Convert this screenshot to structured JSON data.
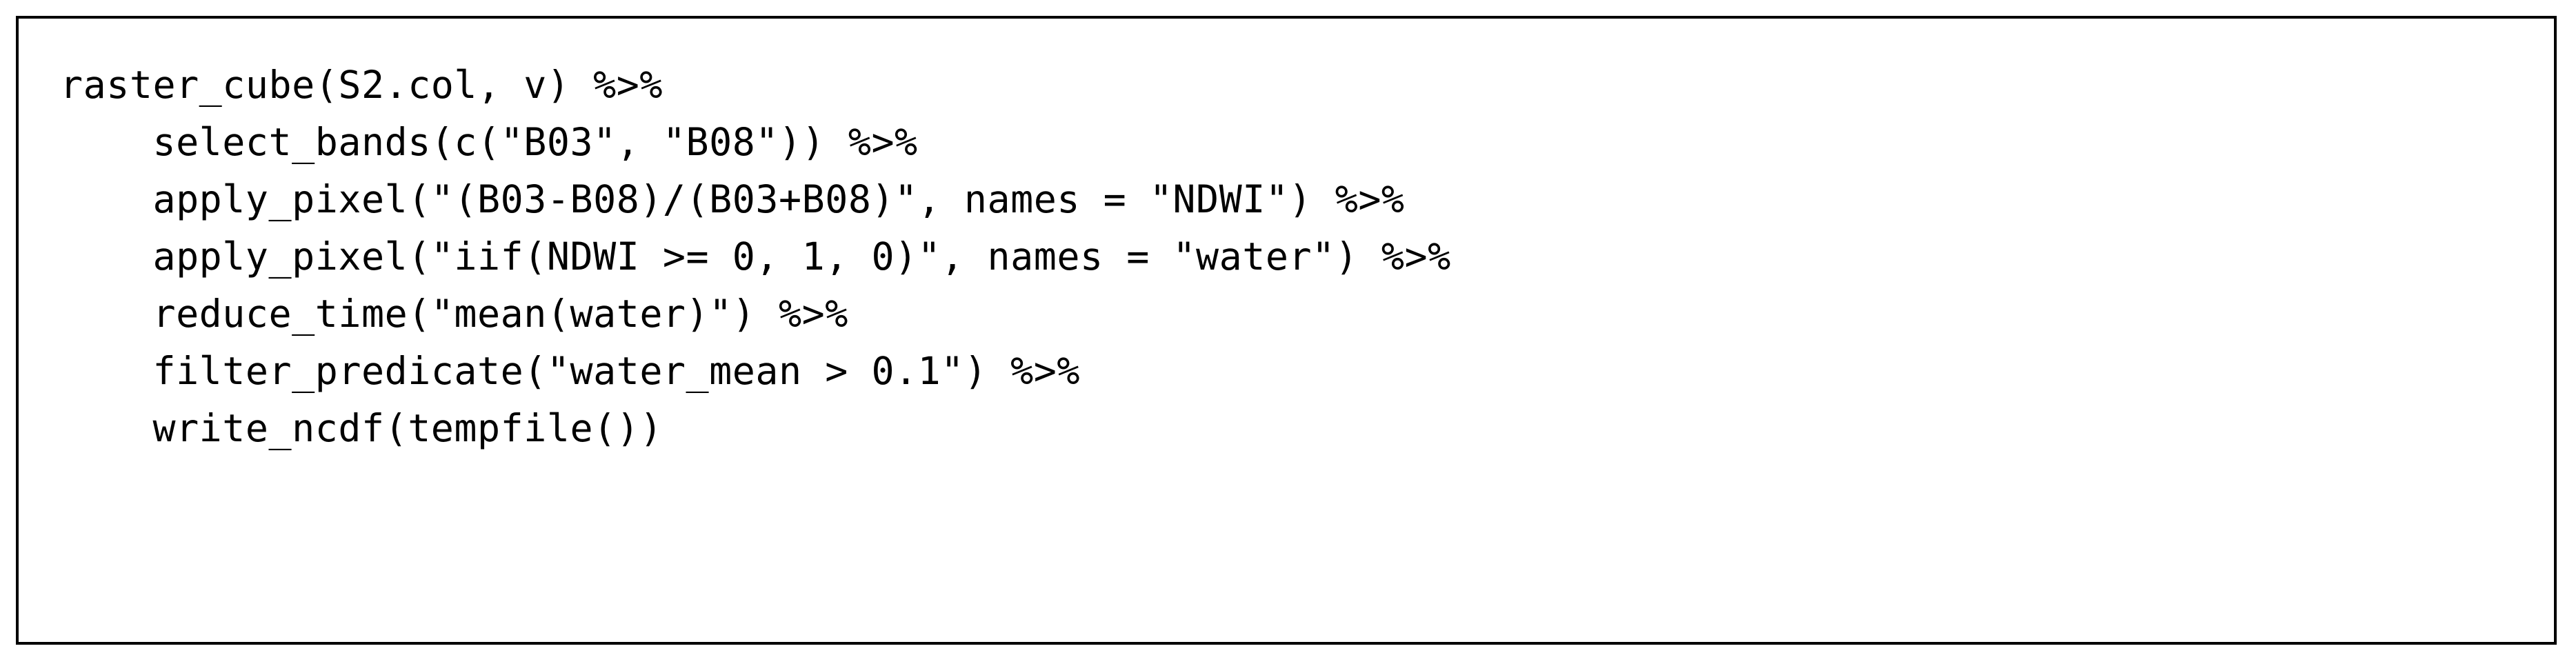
{
  "figure": {
    "type": "code-listing",
    "language": "R",
    "background_color": "#ffffff",
    "border_color": "#000000",
    "text_color": "#000000"
  },
  "code": {
    "lines": [
      "raster_cube(S2.col, v) %>%",
      "    select_bands(c(\"B03\", \"B08\")) %>%",
      "    apply_pixel(\"(B03-B08)/(B03+B08)\", names = \"NDWI\") %>%",
      "    apply_pixel(\"iif(NDWI >= 0, 1, 0)\", names = \"water\") %>%",
      "    reduce_time(\"mean(water)\") %>%",
      "    filter_predicate(\"water_mean > 0.1\") %>%",
      "    write_ncdf(tempfile())"
    ]
  }
}
